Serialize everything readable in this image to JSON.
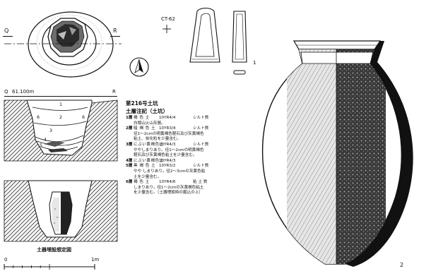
{
  "plan": {
    "label_q": "Q",
    "label_r": "R"
  },
  "section": {
    "label_q": "Q",
    "label_r": "R",
    "elevation": "61.100m",
    "layer_marks": [
      "1",
      "2",
      "3",
      "4",
      "5",
      "6",
      "6"
    ]
  },
  "artifact_small": {
    "code": "CT-62",
    "number": "1"
  },
  "vessel": {
    "number": "2"
  },
  "pit": {
    "title": "第216号土坑",
    "subtitle": "土層注記（土坑）",
    "layers": [
      {
        "num": "1層",
        "name": "褐 色 土",
        "code": "10YR4/4",
        "type": "シルト質",
        "desc": [
          "白頭山火山灰層。"
        ]
      },
      {
        "num": "2層",
        "name": "暗 褐 色 土",
        "code": "10YR3/4",
        "type": "シルト質",
        "desc": [
          "径1～2cmの明黄褐色軽石及び灰黄褐色",
          "粘土、炭化粒を少量含む。"
        ]
      },
      {
        "num": "3層",
        "name": "にぶい黄褐色土",
        "code": "10YR4/3",
        "type": "シルト質",
        "desc": [
          "ややしまりあり。径1～2cmの明黄褐色",
          "軽石及び灰黄褐色粘土を少量含む。"
        ]
      },
      {
        "num": "4層",
        "name": "にぶい黄褐色土",
        "code": "10YR4/3",
        "type": "",
        "desc": []
      },
      {
        "num": "5層",
        "name": "黒 褐 色 土",
        "code": "10YR3/2",
        "type": "シルト質",
        "desc": [
          "やや しまりあり。径2～3cmの灰黄色粘",
          "土を少量含む。"
        ]
      },
      {
        "num": "6層",
        "name": "褐 色 土",
        "code": "10YR4/6",
        "type": "粘 土 質",
        "desc": [
          "しまりあり。径1～2cmの灰黄褐色粘土",
          "を少量含む。（土器埋設時の掘込の上）"
        ]
      }
    ]
  },
  "burial_caption": "土器埋設想定図",
  "scale": {
    "zero": "0",
    "end": "1m"
  }
}
